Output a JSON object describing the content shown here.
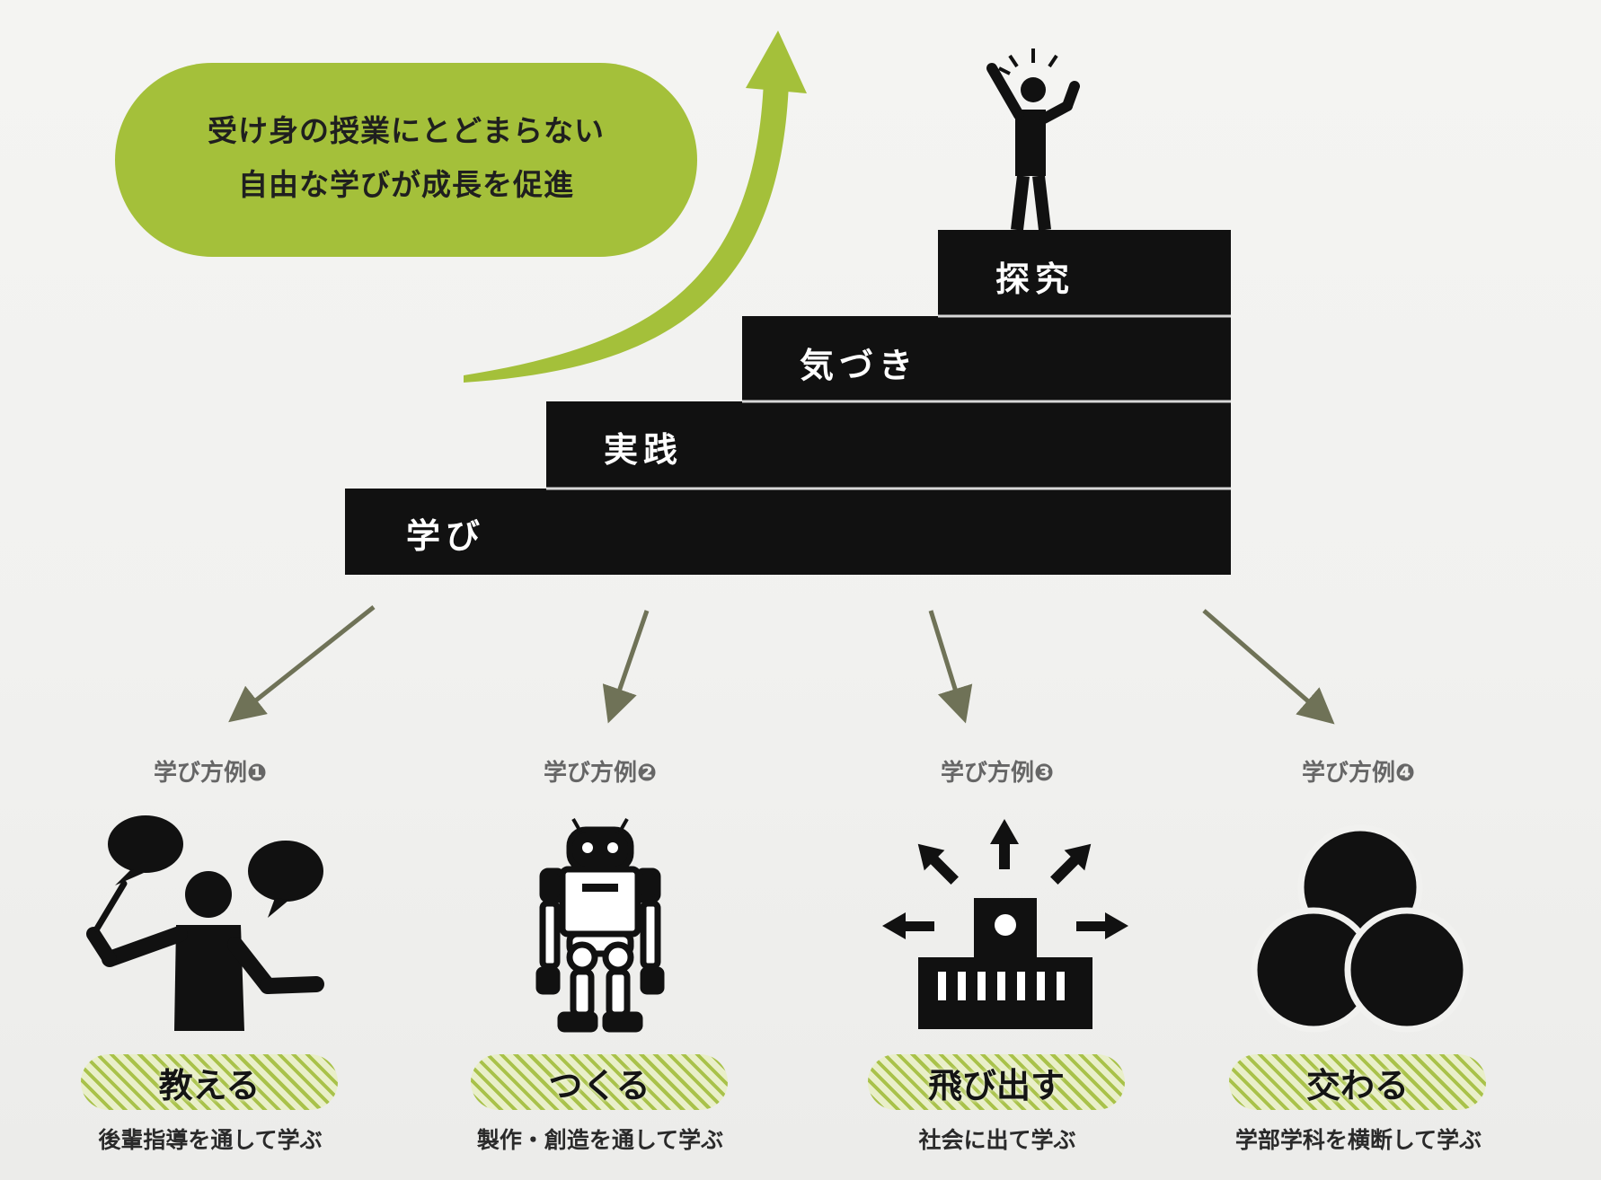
{
  "headline": {
    "line1": "受け身の授業にとどまらない",
    "line2": "自由な学びが成長を促進"
  },
  "colors": {
    "accent_green": "#a4c03a",
    "stair_black": "#111111",
    "arrow_grey": "#6f7257"
  },
  "stairs": [
    {
      "label": "学び"
    },
    {
      "label": "実践"
    },
    {
      "label": "気づき"
    },
    {
      "label": "探究"
    }
  ],
  "examples": [
    {
      "heading": "学び方例❶",
      "title": "教える",
      "description": "後輩指導を通して学ぶ",
      "icon": "teaching-person-icon"
    },
    {
      "heading": "学び方例❷",
      "title": "つくる",
      "description": "製作・創造を通して学ぶ",
      "icon": "robot-icon"
    },
    {
      "heading": "学び方例❸",
      "title": "飛び出す",
      "description": "社会に出て学ぶ",
      "icon": "school-outward-arrows-icon"
    },
    {
      "heading": "学び方例❹",
      "title": "交わる",
      "description": "学部学科を横断して学ぶ",
      "icon": "venn-circles-icon"
    }
  ]
}
